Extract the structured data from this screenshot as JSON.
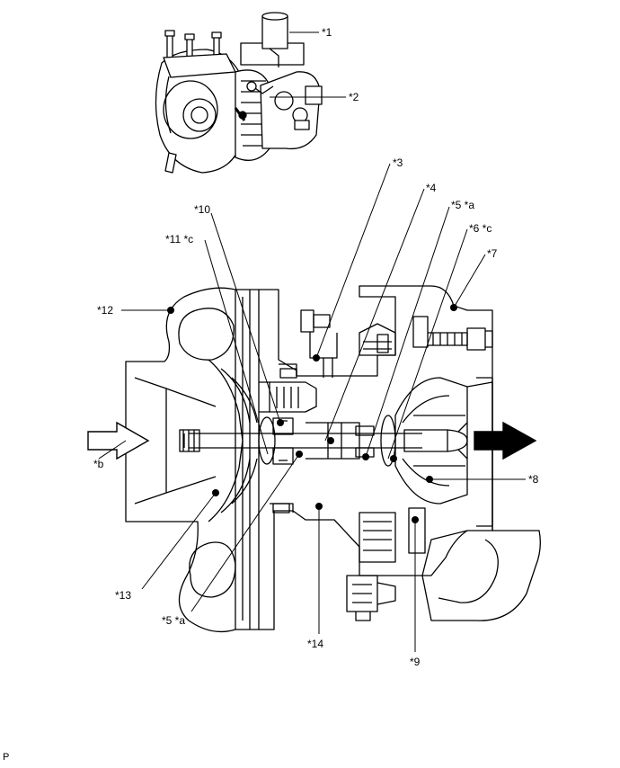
{
  "callouts": {
    "c1": "*1",
    "c2": "*2",
    "c3": "*3",
    "c4": "*4",
    "c5a_top": "*5 *a",
    "c6c": "*6 *c",
    "c7": "*7",
    "c8": "*8",
    "c9": "*9",
    "c10": "*10",
    "c11c": "*11 *c",
    "c12": "*12",
    "c13": "*13",
    "c14": "*14",
    "c5a_bottom": "*5 *a",
    "cb": "*b"
  },
  "corner_mark": "P"
}
